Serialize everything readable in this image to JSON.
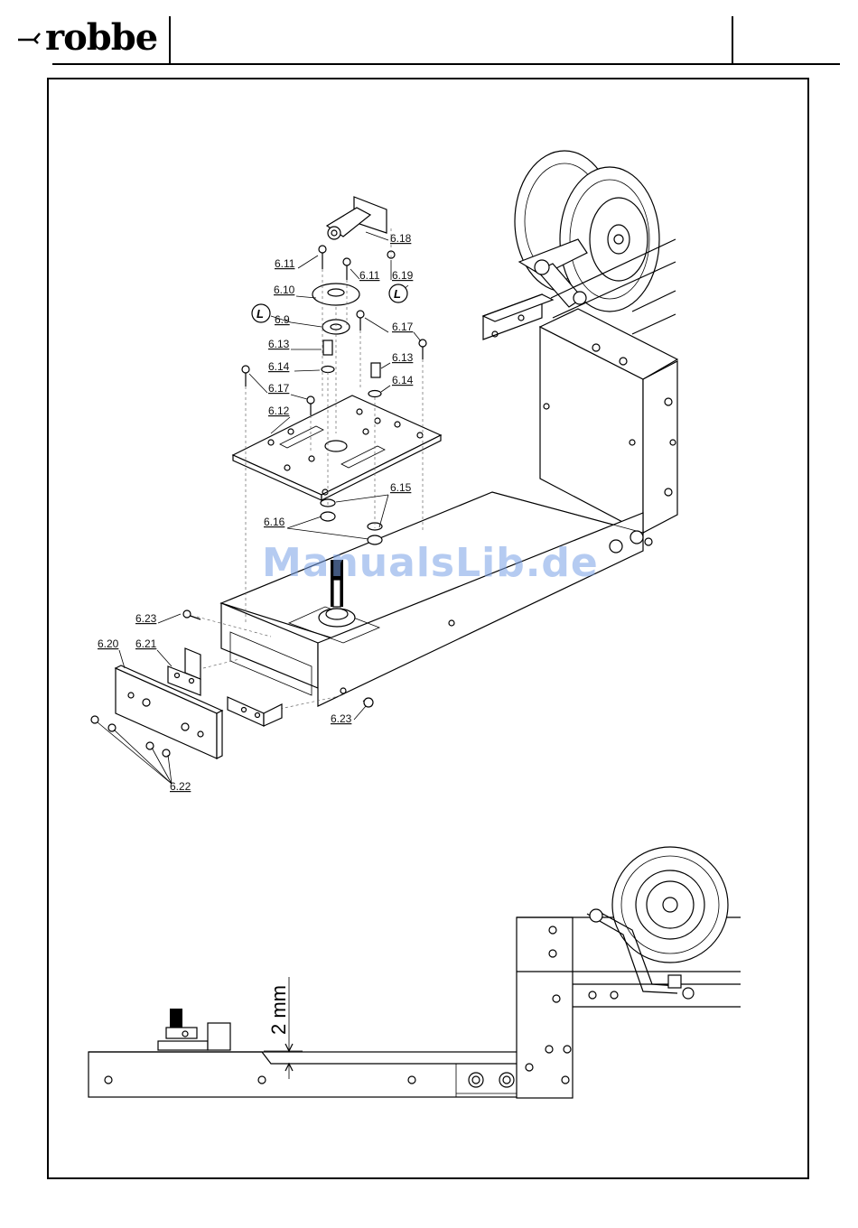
{
  "brand": {
    "name": "robbe",
    "icon": "robbe-bird-logo-icon"
  },
  "parts": {
    "p618": "6.18",
    "p611a": "6.11",
    "p611b": "6.11",
    "p619": "6.19",
    "p610": "6.10",
    "p69": "6.9",
    "p617a": "6.17",
    "p613a": "6.13",
    "p613b": "6.13",
    "p614a": "6.14",
    "p614b": "6.14",
    "p617b": "6.17",
    "p612": "6.12",
    "p615": "6.15",
    "p616": "6.16",
    "p623a": "6.23",
    "p620": "6.20",
    "p621": "6.21",
    "p623b": "6.23",
    "p622": "6.22"
  },
  "markers": {
    "loctite_a": "L",
    "loctite_b": "L"
  },
  "dimension": {
    "gap": "2 mm"
  },
  "watermark": "ManualsLib.de"
}
